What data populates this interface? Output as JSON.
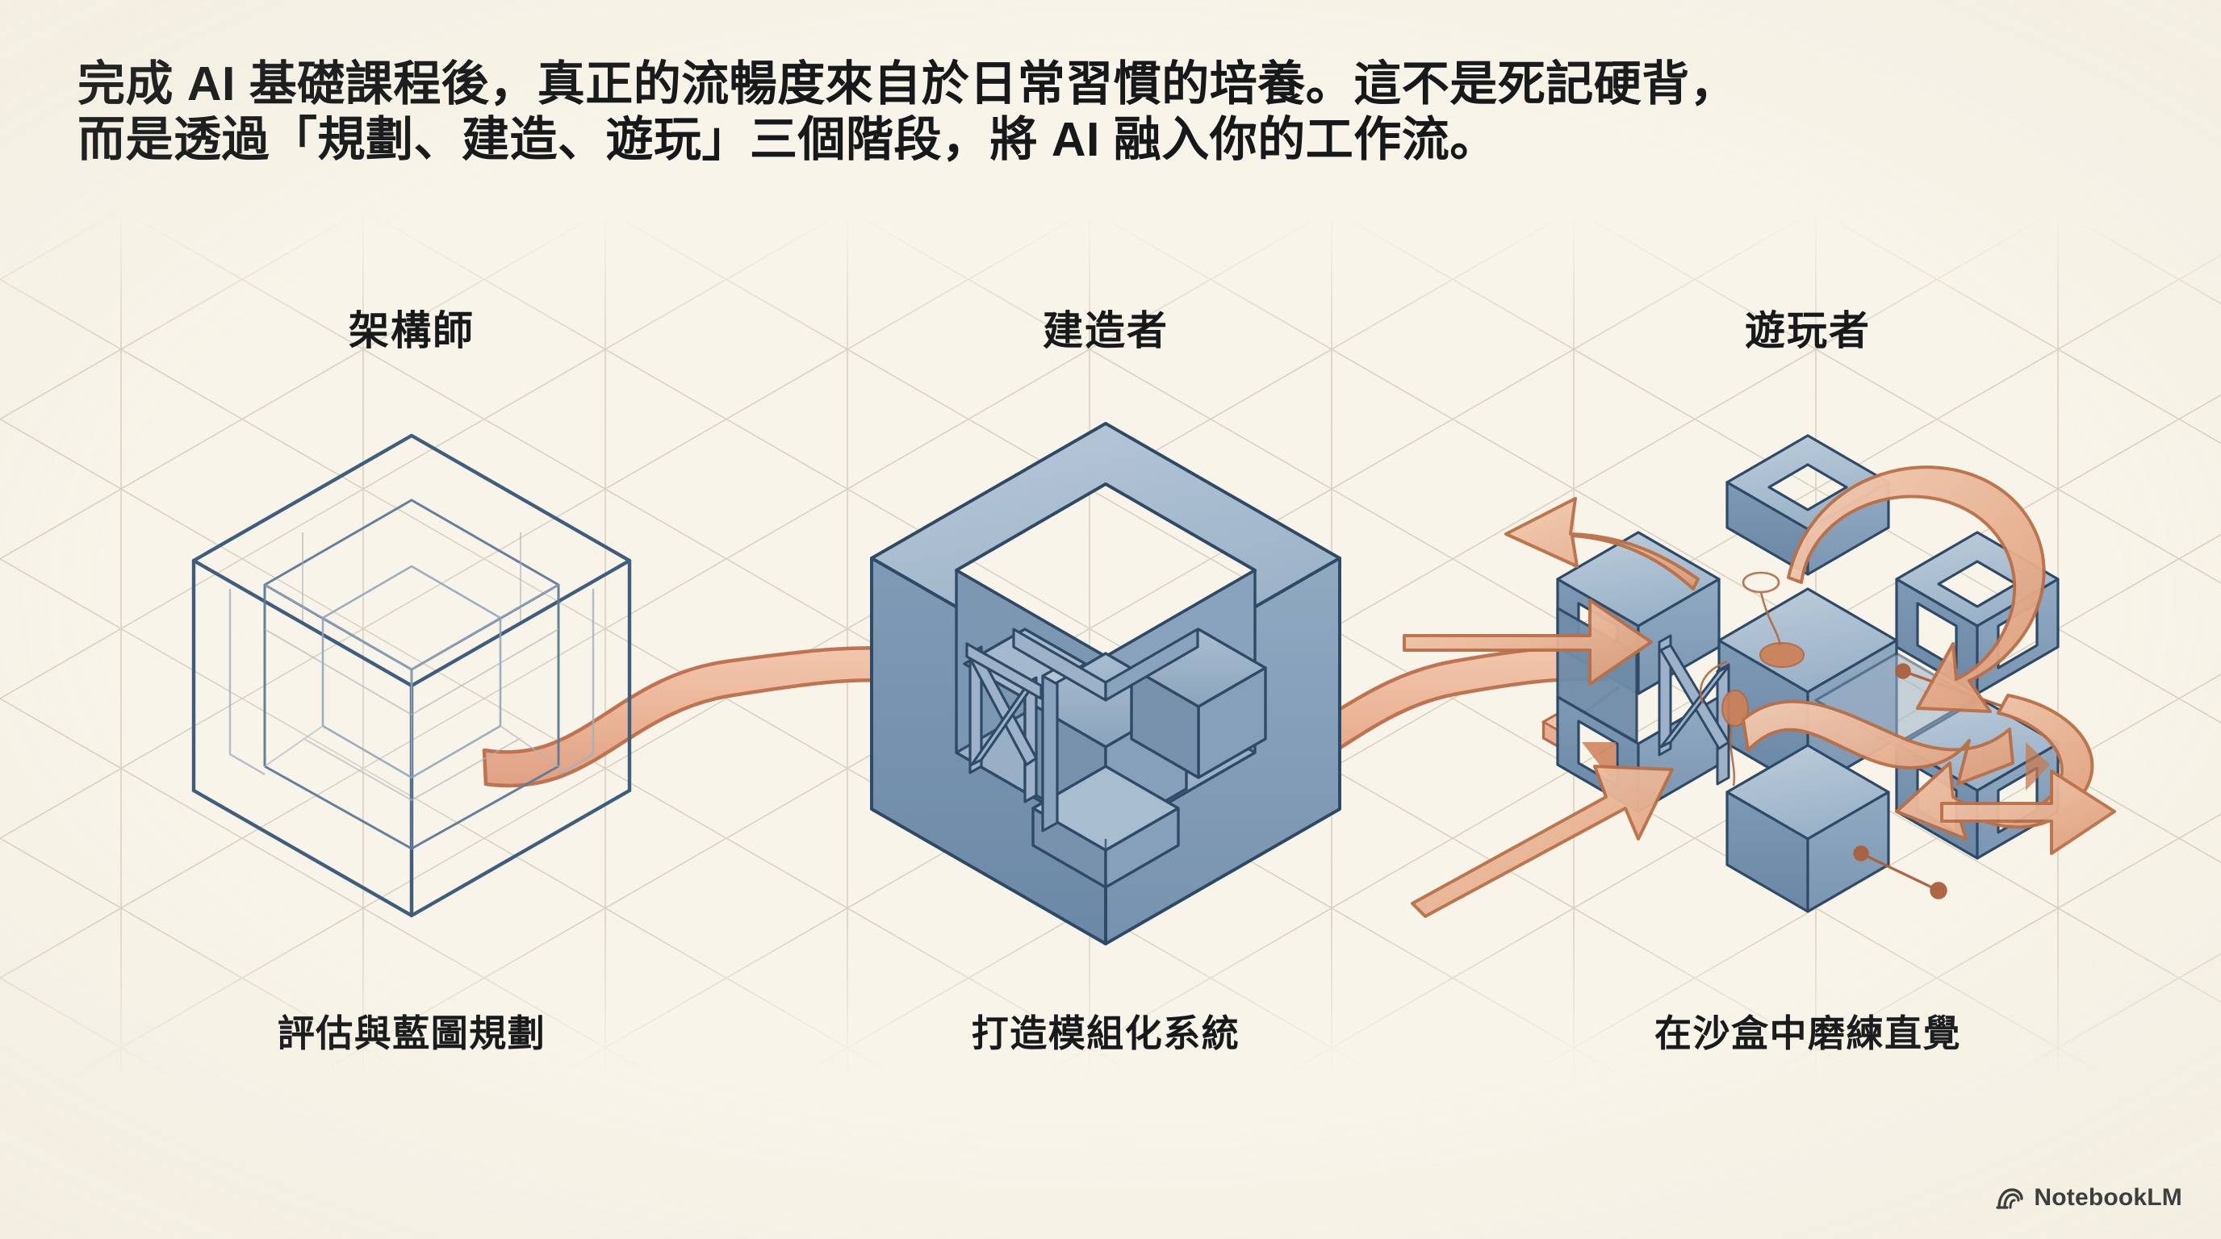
{
  "page": {
    "background_color": "#f8f4e9",
    "ink_color": "#17191b",
    "accent_color": "#c77a56",
    "accent_fill_color": "#e9b79c",
    "cube_blue": "#7e99b5",
    "cube_blue_dark": "#5f7c9a",
    "cube_outline": "#3c5570",
    "grid_line_color": "#c9c2ad"
  },
  "headline": {
    "text": "完成 AI 基礎課程後，真正的流暢度來自於日常習慣的培養。這不是死記硬背，\n而是透過「規劃、建造、遊玩」三個階段，將 AI 融入你的工作流。"
  },
  "stages": [
    {
      "id": "architect",
      "title": "架構師",
      "caption": "評估與藍圖規劃",
      "illustration": "wireframe-cube-icon"
    },
    {
      "id": "builder",
      "title": "建造者",
      "caption": "打造模組化系統",
      "illustration": "solid-modular-cube-icon"
    },
    {
      "id": "player",
      "title": "遊玩者",
      "caption": "在沙盒中磨練直覺",
      "illustration": "exploded-sandbox-cube-icon"
    }
  ],
  "connectors": [
    {
      "id": "architect-to-builder",
      "name": "flow-ribbon-1"
    },
    {
      "id": "builder-to-player",
      "name": "flow-ribbon-2"
    }
  ],
  "watermark": {
    "label": "NotebookLM",
    "icon": "notebooklm-logo-icon"
  }
}
